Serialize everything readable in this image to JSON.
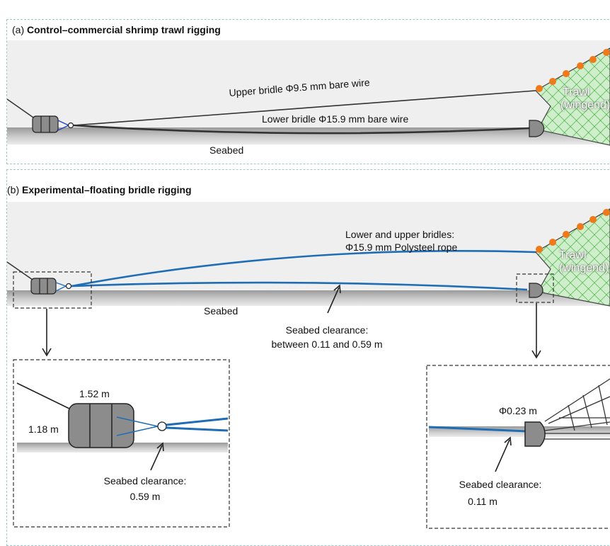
{
  "panel_a": {
    "letter": "(a)",
    "title": "Control–commercial shrimp trawl rigging",
    "upper_bridle": "Upper bridle Φ9.5 mm bare wire",
    "lower_bridle": "Lower bridle Φ15.9 mm bare wire",
    "seabed": "Seabed",
    "trawl_line1": "Trawl",
    "trawl_line2": "(wingend)"
  },
  "panel_b": {
    "letter": "(b)",
    "title": "Experimental–floating bridle rigging",
    "bridles_line1": "Lower and upper bridles:",
    "bridles_line2": "Φ15.9 mm Polysteel rope",
    "seabed": "Seabed",
    "clearance_line1": "Seabed clearance:",
    "clearance_line2": "between 0.11 and 0.59 m",
    "trawl_line1": "Trawl",
    "trawl_line2": "(wingend)",
    "inset_left": {
      "width_label": "1.52 m",
      "height_label": "1.18 m",
      "clearance_line1": "Seabed clearance:",
      "clearance_line2": "0.59 m"
    },
    "inset_right": {
      "diameter_label": "Φ0.23 m",
      "clearance_line1": "Seabed clearance:",
      "clearance_line2": "0.11 m"
    }
  },
  "colors": {
    "rope_blue": "#1f6db4",
    "wire": "#333333",
    "door_grey": "#8c8c8c",
    "float_orange": "#f07a1a",
    "net_green": "#3aaa35",
    "net_fill": "#cfeecb",
    "sky_grey": "#eeeeee",
    "seabed_grey": "#bdbdbd",
    "panel_border": "#9ec9c4"
  }
}
